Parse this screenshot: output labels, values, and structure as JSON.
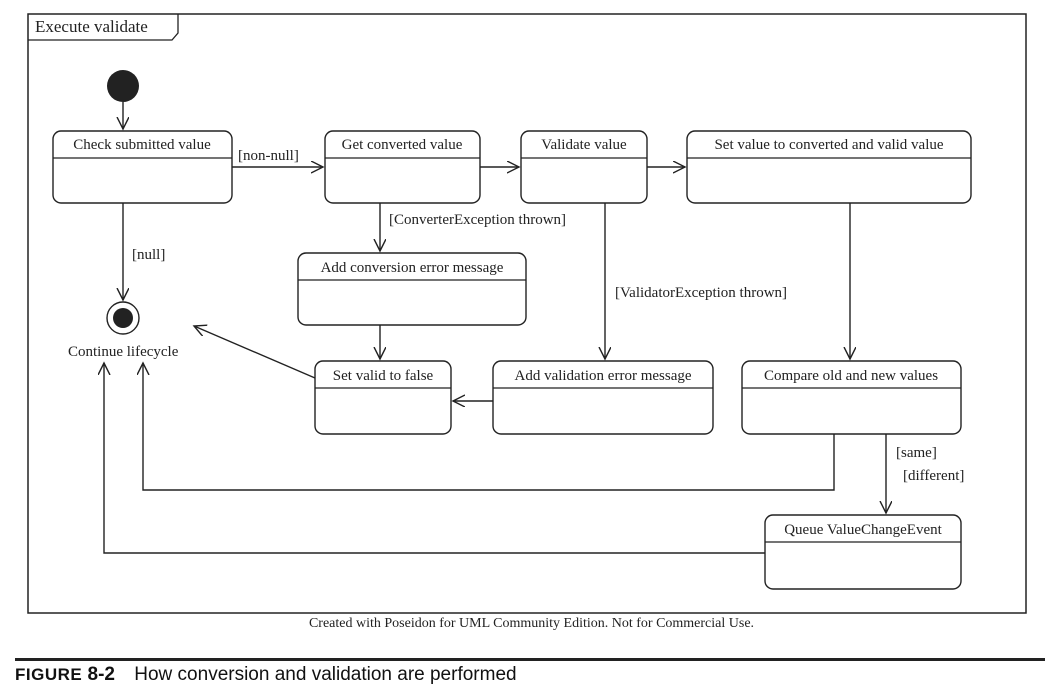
{
  "frame": {
    "title": "Execute validate"
  },
  "states": {
    "check": "Check submitted value",
    "get_converted": "Get converted value",
    "validate": "Validate value",
    "set_value": "Set value to converted and valid value",
    "add_conversion_error": "Add conversion error message",
    "set_valid_false": "Set valid to false",
    "add_validation_error": "Add validation error message",
    "compare": "Compare old and new values",
    "queue_event": "Queue ValueChangeEvent"
  },
  "final_state_label": "Continue lifecycle",
  "guards": {
    "non_null": "[non-null]",
    "null": "[null]",
    "converter_exception": "[ConverterException thrown]",
    "validator_exception": "[ValidatorException thrown]",
    "same": "[same]",
    "different": "[different]"
  },
  "footer": {
    "note": "Created with Poseidon for UML Community Edition. Not for Commercial Use."
  },
  "figure": {
    "label": "Figure",
    "number": "8-2",
    "text": "How conversion and validation are performed"
  }
}
